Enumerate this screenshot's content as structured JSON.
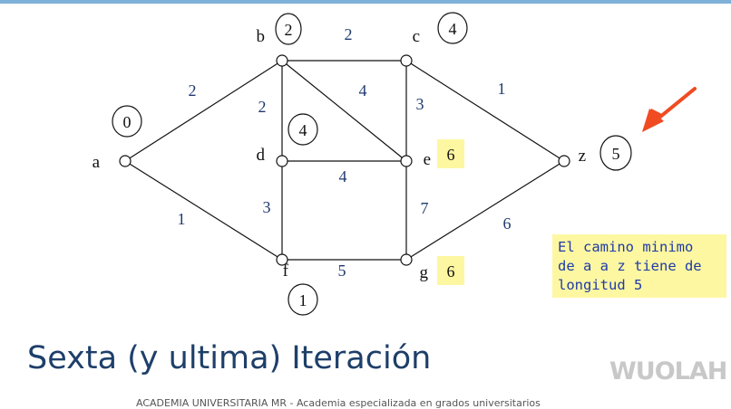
{
  "graph": {
    "nodes": [
      {
        "id": "a",
        "label": "a",
        "distance": "0"
      },
      {
        "id": "b",
        "label": "b",
        "distance": "2"
      },
      {
        "id": "c",
        "label": "c",
        "distance": "4"
      },
      {
        "id": "d",
        "label": "d",
        "distance": "4"
      },
      {
        "id": "e",
        "label": "e",
        "distance": "6"
      },
      {
        "id": "f",
        "label": "f",
        "distance": "1"
      },
      {
        "id": "g",
        "label": "g",
        "distance": "6"
      },
      {
        "id": "z",
        "label": "z",
        "distance": "5"
      }
    ],
    "edges": [
      {
        "from": "a",
        "to": "b",
        "weight": "2"
      },
      {
        "from": "a",
        "to": "f",
        "weight": "1"
      },
      {
        "from": "b",
        "to": "c",
        "weight": "2"
      },
      {
        "from": "b",
        "to": "d",
        "weight": "2"
      },
      {
        "from": "b",
        "to": "e",
        "weight": "4"
      },
      {
        "from": "c",
        "to": "e",
        "weight": "3"
      },
      {
        "from": "c",
        "to": "z",
        "weight": "1"
      },
      {
        "from": "d",
        "to": "e",
        "weight": "4"
      },
      {
        "from": "d",
        "to": "f",
        "weight": "3"
      },
      {
        "from": "e",
        "to": "g",
        "weight": "7"
      },
      {
        "from": "f",
        "to": "g",
        "weight": "5"
      },
      {
        "from": "g",
        "to": "z",
        "weight": "6"
      }
    ],
    "highlight_color": "#fdf7a1",
    "arrow_color": "#f04b23"
  },
  "note": {
    "lines": [
      "El camino minimo",
      "de a a z tiene de",
      "longitud 5"
    ]
  },
  "title": "Sexta (y ultima) Iteración",
  "watermark": "WUOLAH",
  "footer": "ACADEMIA UNIVERSITARIA MR - Academia especializada en grados universitarios"
}
